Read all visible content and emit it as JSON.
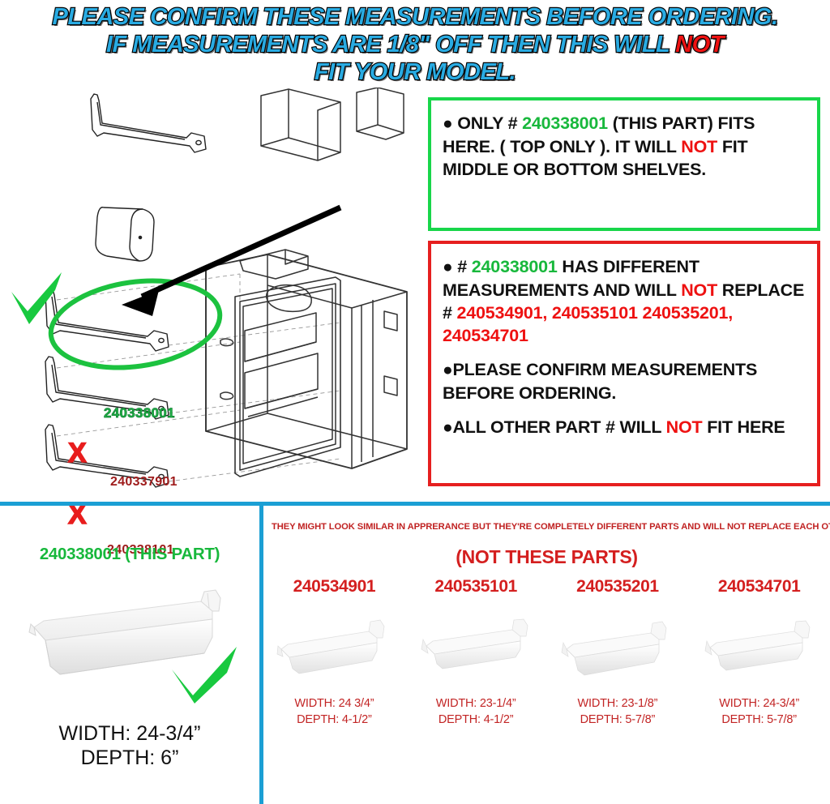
{
  "header": {
    "line1": "PLEASE CONFIRM THESE MEASUREMENTS BEFORE ORDERING.",
    "line2_a": "IF MEASUREMENTS ARE 1/8\" OFF THEN THIS WILL ",
    "line2_not": "NOT",
    "line3": "FIT YOUR MODEL."
  },
  "diagram": {
    "label_fit": "240338001",
    "label_no1": "240337901",
    "label_no2": "240338101",
    "x_mark_1": "X",
    "x_mark_2": "X"
  },
  "green_box": {
    "bullet": "●",
    "t1": " ONLY # ",
    "part": "240338001",
    "t2": " (THIS PART) FITS HERE. ( TOP ONLY ). IT WILL ",
    "not": "NOT",
    "t3": " FIT MIDDLE OR BOTTOM SHELVES.",
    "border_color": "#18d64a"
  },
  "red_box": {
    "border_color": "#e61f1f",
    "b1_bullet": "●",
    "b1_hash": " # ",
    "b1_part": "240338001",
    "b1_t1": "  HAS DIFFERENT MEASUREMENTS AND WILL ",
    "b1_not": "NOT",
    "b1_t2": " REPLACE # ",
    "b1_parts": "240534901, 240535101 240535201, 240534701",
    "b2_bullet": "●",
    "b2_text": "PLEASE CONFIRM MEASUREMENTS BEFORE ORDERING.",
    "b3_bullet": "●",
    "b3_t1": "ALL OTHER PART # WILL ",
    "b3_not": "NOT",
    "b3_t2": " FIT HERE"
  },
  "bottom_left": {
    "title": "240338001 (THIS PART)",
    "width": "WIDTH: 24-3/4”",
    "depth": "DEPTH: 6”",
    "check_color": "#18c93f"
  },
  "bottom_right": {
    "note": "THEY MIGHT LOOK SIMILAR IN APPRERANCE BUT THEY'RE COMPLETELY DIFFERENT PARTS AND WILL NOT REPLACE EACH OTHER",
    "subtitle": "(NOT THESE PARTS)",
    "columns": [
      {
        "part": "240534901",
        "width": "WIDTH: 24 3/4”",
        "depth": "DEPTH: 4-1/2”"
      },
      {
        "part": "240535101",
        "width": "WIDTH: 23-1/4”",
        "depth": "DEPTH: 4-1/2”"
      },
      {
        "part": "240535201",
        "width": "WIDTH: 23-1/8”",
        "depth": "DEPTH: 5-7/8”"
      },
      {
        "part": "240534701",
        "width": "WIDTH: 24-3/4”",
        "depth": "DEPTH: 5-7/8”"
      }
    ]
  },
  "colors": {
    "accent_blue": "#29abe2",
    "divider_blue": "#1b9fd4",
    "green": "#18b83c",
    "red": "#ee1111",
    "dark_red": "#9e1b1b"
  }
}
